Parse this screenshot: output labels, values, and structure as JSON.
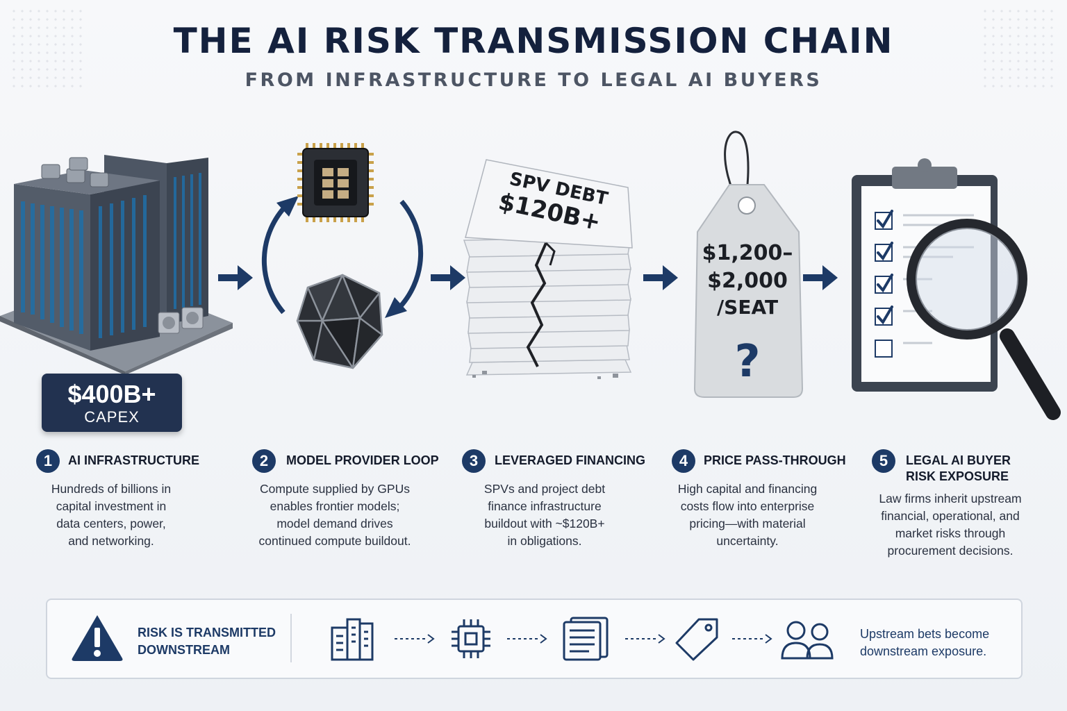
{
  "header": {
    "title": "THE AI RISK TRANSMISSION CHAIN",
    "subtitle": "FROM INFRASTRUCTURE TO LEGAL AI BUYERS"
  },
  "illustrations": {
    "capex_amount": "$400B+",
    "capex_label": "CAPEX",
    "spv_line1": "SPV DEBT",
    "spv_line2": "$120B+",
    "price_line1": "$1,200–",
    "price_line2": "$2,000",
    "price_line3": "/SEAT",
    "price_question": "?"
  },
  "steps": [
    {
      "num": "1",
      "title_lines": [
        "AI INFRASTRUCTURE"
      ],
      "desc_lines": [
        "Hundreds of billions in",
        "capital investment in",
        "data centers, power,",
        "and networking."
      ]
    },
    {
      "num": "2",
      "title_lines": [
        "MODEL PROVIDER LOOP"
      ],
      "desc_lines": [
        "Compute supplied by GPUs",
        "enables frontier models;",
        "model demand drives",
        "continued compute buildout."
      ]
    },
    {
      "num": "3",
      "title_lines": [
        "LEVERAGED FINANCING"
      ],
      "desc_lines": [
        "SPVs and project debt",
        "finance infrastructure",
        "buildout with ~$120B+",
        "in obligations."
      ]
    },
    {
      "num": "4",
      "title_lines": [
        "PRICE PASS-THROUGH"
      ],
      "desc_lines": [
        "High capital and financing",
        "costs flow into enterprise",
        "pricing—with material",
        "uncertainty."
      ]
    },
    {
      "num": "5",
      "title_lines": [
        "LEGAL AI BUYER",
        "RISK EXPOSURE"
      ],
      "desc_lines": [
        "Law firms inherit upstream",
        "financial, operational, and",
        "market risks through",
        "procurement decisions."
      ]
    }
  ],
  "banner": {
    "title_lines": [
      "RISK IS TRANSMITTED",
      "DOWNSTREAM"
    ],
    "note_lines": [
      "Upstream bets become",
      "downstream exposure."
    ],
    "icons": [
      "buildings-icon",
      "chip-icon",
      "documents-icon",
      "price-tag-icon",
      "users-icon"
    ]
  },
  "colors": {
    "navy": "#1d3a66",
    "dark_panel": "#223250",
    "text": "#141b2b",
    "border": "#cfd5de"
  }
}
